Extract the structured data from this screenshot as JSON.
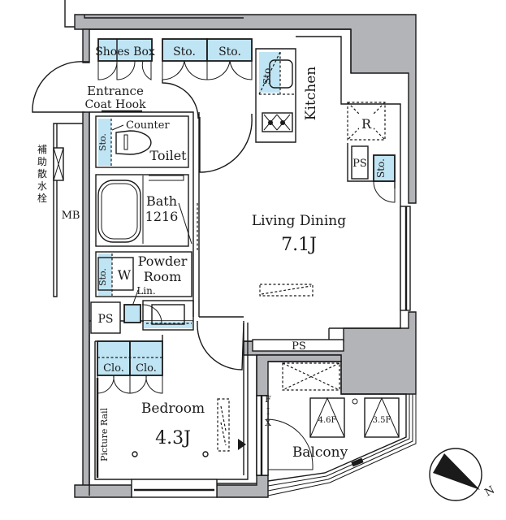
{
  "floor_plan": {
    "rooms": {
      "entrance": {
        "label": "Entrance"
      },
      "coat_hook": {
        "label": "Coat Hook"
      },
      "shoes_box": {
        "label": "Shoes Box"
      },
      "storage_1": {
        "label": "Sto."
      },
      "storage_2": {
        "label": "Sto."
      },
      "kitchen": {
        "label": "Kitchen"
      },
      "kitchen_storage": {
        "label": "Sto."
      },
      "refrigerator": {
        "label": "R"
      },
      "ps_kitchen": {
        "label": "PS"
      },
      "sto_living": {
        "label": "Sto."
      },
      "counter": {
        "label": "Counter"
      },
      "toilet": {
        "label": "Toilet"
      },
      "toilet_storage": {
        "label": "Sto."
      },
      "bath": {
        "label": "Bath"
      },
      "bath_size": {
        "label": "1216"
      },
      "powder_room": {
        "label": "Powder"
      },
      "powder_room_2": {
        "label": "Room"
      },
      "washer": {
        "label": "W"
      },
      "powder_storage": {
        "label": "Sto."
      },
      "linen": {
        "label": "Lin."
      },
      "ps_hall": {
        "label": "PS"
      },
      "living_dining": {
        "label": "Living Dining",
        "size": "7.1J"
      },
      "bedroom": {
        "label": "Bedroom",
        "size": "4.3J"
      },
      "closet_1": {
        "label": "Clo."
      },
      "closet_2": {
        "label": "Clo."
      },
      "picture_rail": {
        "label": "Picture Rail"
      },
      "ps_balcony": {
        "label": "PS"
      },
      "balcony": {
        "label": "Balcony"
      },
      "fix_window": {
        "label": "F I X"
      },
      "mb": {
        "label": "MB"
      },
      "sprinkler_valve": {
        "label": "補助散水栓"
      },
      "aircon_1": {
        "label": "4.6F"
      },
      "aircon_2": {
        "label": "3.5F"
      }
    },
    "compass": {
      "label": "N"
    }
  }
}
